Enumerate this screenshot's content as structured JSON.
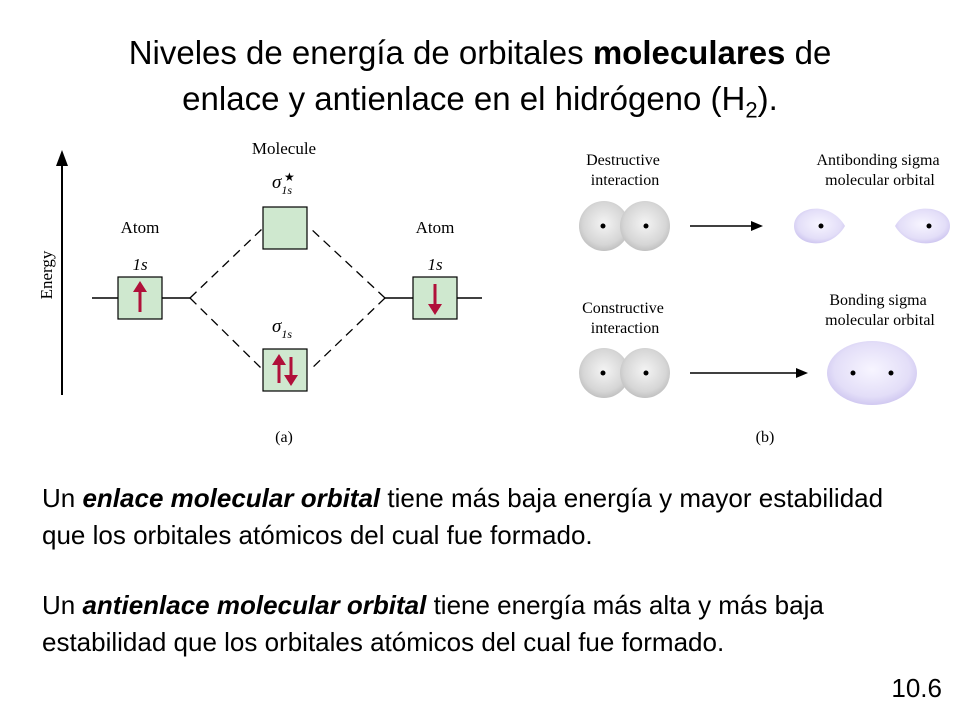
{
  "slide": {
    "title_line1_pre": "Niveles de energía de orbitales ",
    "title_line1_bold": "moleculares",
    "title_line1_post": " de",
    "title_line2_pre": "enlace y antienlace en el hidrógeno (H",
    "title_line2_sub": "2",
    "title_line2_post": ")."
  },
  "diagram_a": {
    "molecule_label": "Molecule",
    "atom_left_label": "Atom",
    "atom_right_label": "Atom",
    "orbital_1s_left": "1s",
    "orbital_1s_right": "1s",
    "sigma_star_symbol": "σ",
    "sigma_star_sub": "1s",
    "sigma_star_mark": "★",
    "sigma_symbol": "σ",
    "sigma_sub": "1s",
    "energy_label": "Energy",
    "caption": "(a)",
    "box_color": "#cfe8cf",
    "arrow_color": "#b0103a"
  },
  "diagram_b": {
    "destructive_label_1": "Destructive",
    "destructive_label_2": "interaction",
    "antibonding_label_1": "Antibonding sigma",
    "antibonding_label_2": "molecular orbital",
    "constructive_label_1": "Constructive",
    "constructive_label_2": "interaction",
    "bonding_label_1": "Bonding sigma",
    "bonding_label_2": "molecular orbital",
    "caption": "(b)",
    "orbital_color": "#ddd8f4"
  },
  "text": {
    "para1_pre": "Un ",
    "para1_em": "enlace molecular orbital",
    "para1_post": " tiene más baja energía y mayor estabilidad que los orbitales atómicos del cual fue formado.",
    "para2_pre": "Un ",
    "para2_em": "antienlace molecular orbital",
    "para2_post": " tiene energía más alta y más baja estabilidad que los orbitales atómicos del cual fue formado."
  },
  "page_number": "10.6"
}
